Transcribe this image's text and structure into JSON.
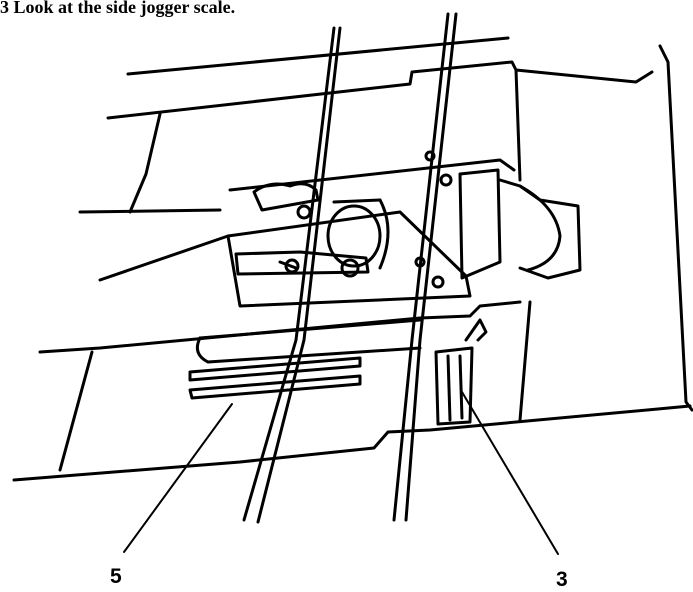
{
  "step_text": "3 Look at the side jogger scale.",
  "callouts": [
    {
      "id": "callout-5",
      "label": "5"
    },
    {
      "id": "callout-3",
      "label": "3"
    }
  ],
  "colors": {
    "line": "#000000",
    "background": "#ffffff"
  }
}
